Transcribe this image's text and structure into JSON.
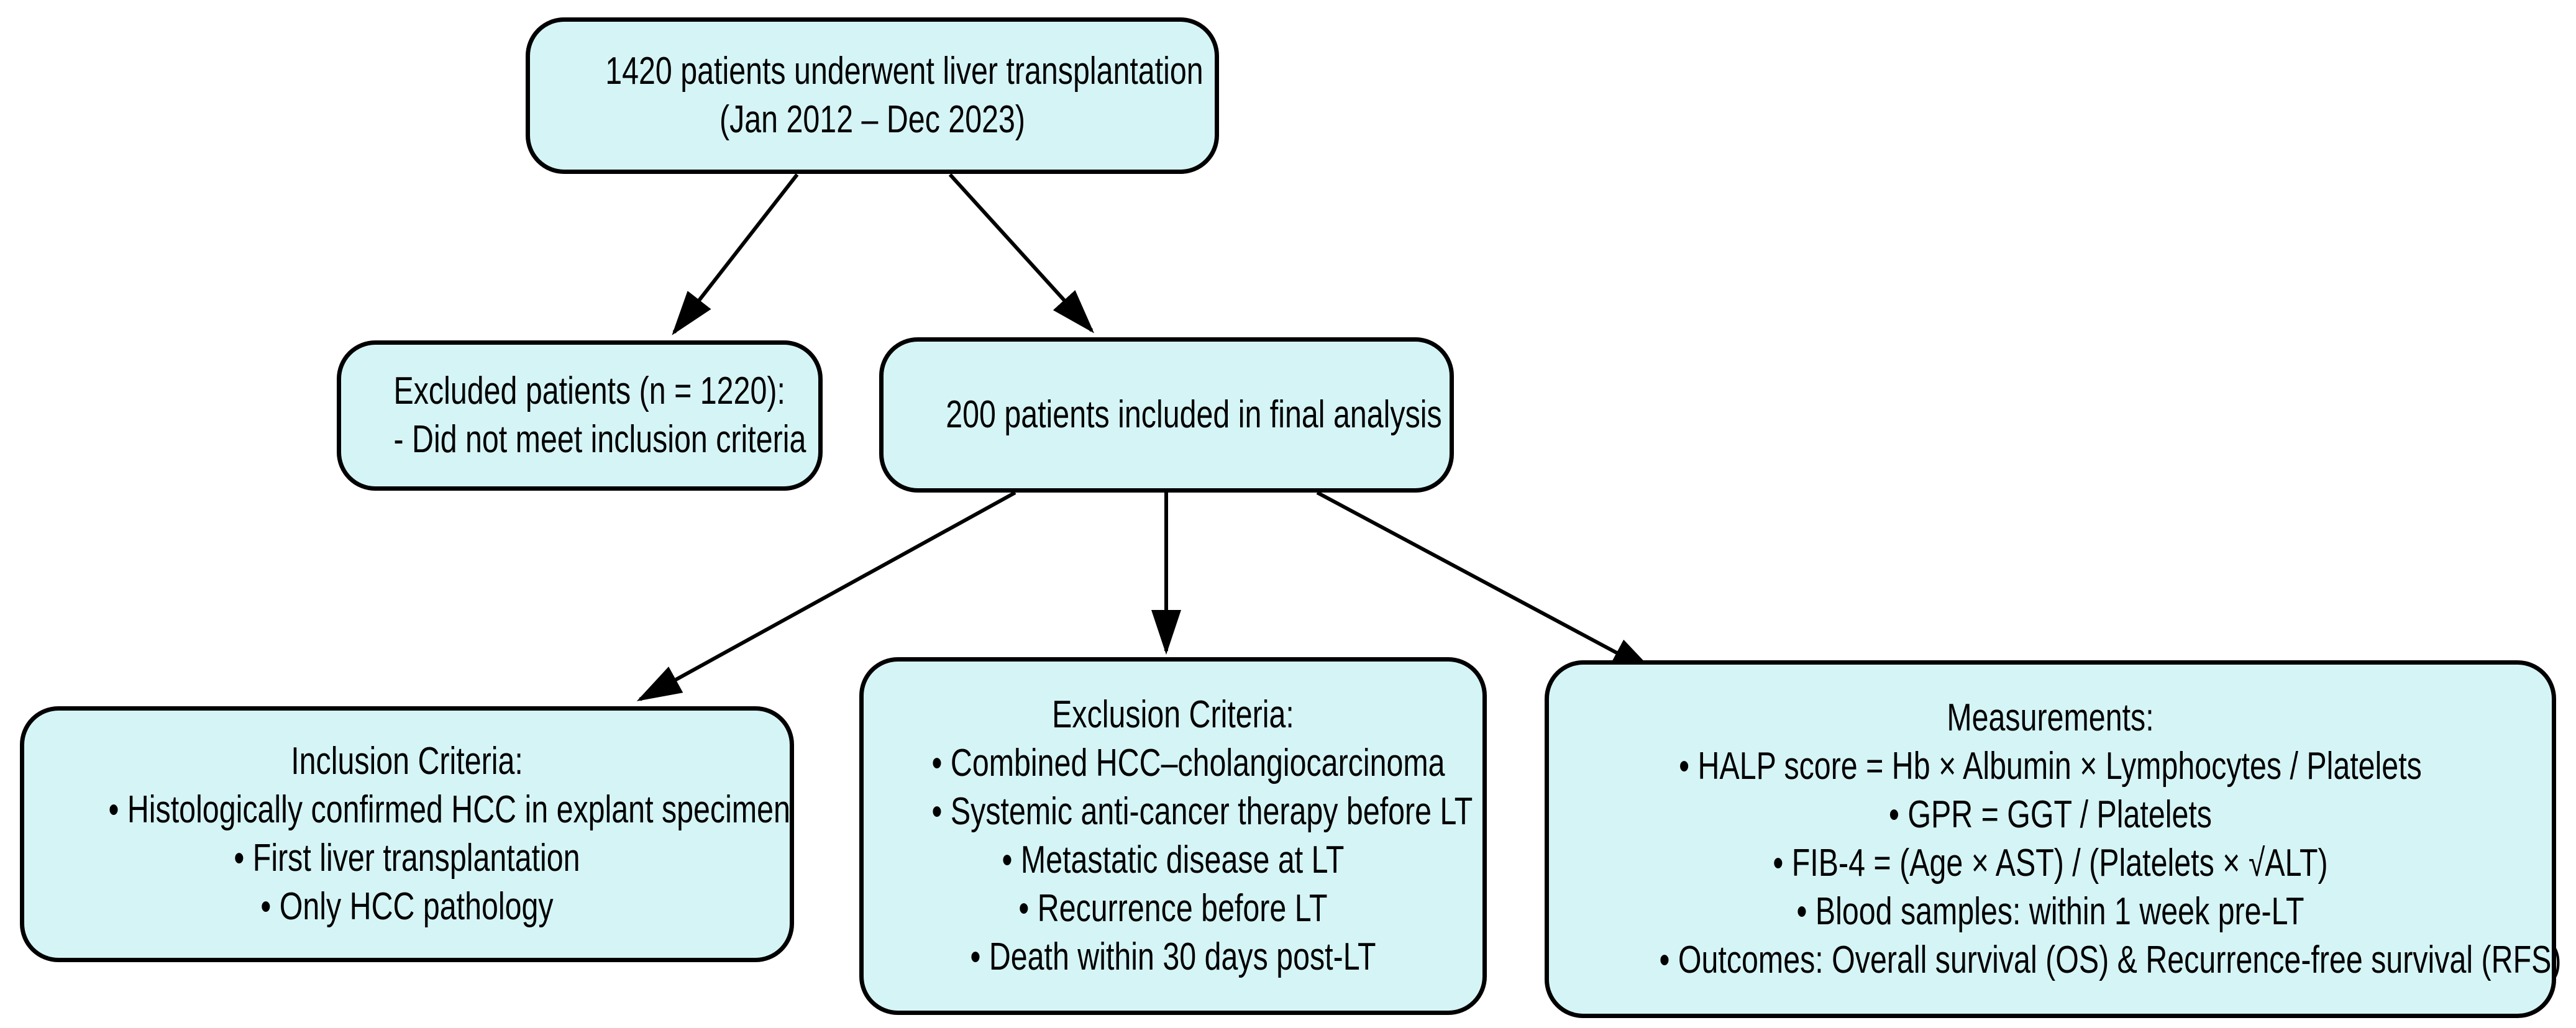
{
  "colors": {
    "background": "#ffffff",
    "node_fill": "#d5f4f6",
    "node_border": "#000000",
    "text_color": "#000000",
    "arrow_color": "#000000"
  },
  "nodes": {
    "total": {
      "lines": [
        "1420 patients underwent liver transplantation",
        "(Jan 2012 – Dec 2023)"
      ]
    },
    "excluded": {
      "lines": [
        "Excluded patients (n = 1220):",
        "- Did not meet inclusion criteria"
      ]
    },
    "included": {
      "lines": [
        "200 patients included in final analysis"
      ]
    },
    "inclusion": {
      "lines": [
        "Inclusion Criteria:",
        "• Histologically confirmed HCC in explant specimen",
        "• First liver transplantation",
        "• Only HCC pathology"
      ]
    },
    "exclusion": {
      "lines": [
        "Exclusion Criteria:",
        "• Combined HCC–cholangiocarcinoma",
        "• Systemic anti-cancer therapy before LT",
        "• Metastatic disease at LT",
        "• Recurrence before LT",
        "• Death within 30 days post-LT"
      ]
    },
    "measurements": {
      "lines": [
        "Measurements:",
        "• HALP score = Hb × Albumin × Lymphocytes / Platelets",
        "• GPR = GGT / Platelets",
        "• FIB-4 = (Age × AST) / (Platelets × √ALT)",
        "• Blood samples: within 1 week pre-LT",
        "• Outcomes: Overall survival (OS) & Recurrence-free survival (RFS)"
      ]
    }
  }
}
